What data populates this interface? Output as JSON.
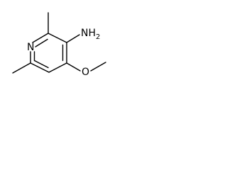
{
  "molecule": {
    "atoms": {
      "nitrogen_ring": "N",
      "amine": "NH",
      "amine_subscript": "2",
      "oxygen": "O"
    }
  },
  "colors": {
    "bond": "#000000",
    "text": "#000000",
    "background": "#ffffff"
  }
}
